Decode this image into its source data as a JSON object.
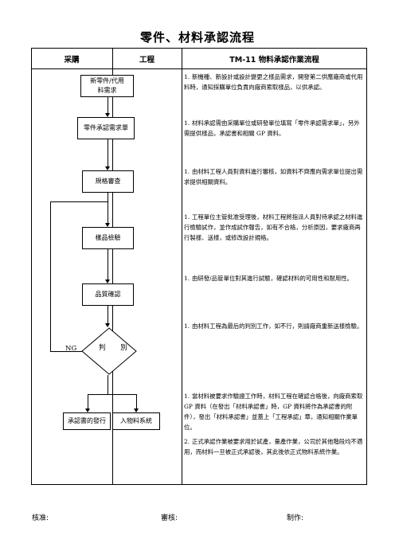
{
  "title": "零件、材料承認流程",
  "header": {
    "col1": "采購",
    "col2": "工程",
    "col3": "TM-11 物料承認作業流程"
  },
  "flow": {
    "start": "新零件/代用料需求",
    "request": "零件承認需求單",
    "spec": "規格審查",
    "sample": "樣品檢驗",
    "quality": "品質確認",
    "decide": "判 別",
    "ng": "NG",
    "issue": "承認書的發行",
    "system": "入物料系統"
  },
  "steps": [
    {
      "num": "1.",
      "text": "新機種、新設計或設計變更之樣品需求，開發第二供應廠商或代用料時，通知採購單位負責向廠商索取樣品，以供承認。"
    },
    {
      "num": "1.",
      "text": "材料承認需由采購單位或研發單位填寫「零件承認需求單」，另外需提供樣品，承認書和相關 GP 資料。"
    },
    {
      "num": "1.",
      "text": "由材料工程人員對資料進行審核，如資料不齊應向需求單位提出需求提供相關資料。"
    },
    {
      "num": "1.",
      "text": "工程單位主管批准受理後，材料工程將指派人員對待承認之材料進行檢驗試作，並作成試作報告，如有不合格，分析原因，要求廠商再行製樣、送樣，或修改設計規格。"
    },
    {
      "num": "1.",
      "text": "由研發/品管單位對其進行試驗，確認材料的可用性和耐用性。"
    },
    {
      "num": "1.",
      "text": "由材料工程為最后的判別工作，如不行，則請廠商重新送樣檢驗。"
    },
    {
      "num": "1.",
      "text": "當材料被要求作驗證工作時，材料工程在確認合格後，向廠商索取 GP 資料（在發出「材料承認書」時，GP 資料將作為承認書的附件），發出「材料承認書」並蓋上「工程承認」章，通知相關作業單位。"
    },
    {
      "num": "2.",
      "text": "正式承認作業被要求用於試產，量產作業，公司於其他階段均不適用，而材料一旦被正式承認後，其此後依正式物料系統作業。"
    }
  ],
  "footer": {
    "approve": "核准:",
    "review": "審核:",
    "make": "制作:"
  }
}
